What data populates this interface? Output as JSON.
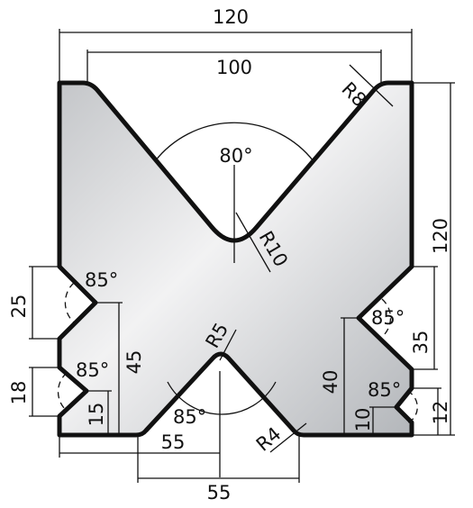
{
  "dimensions": {
    "overall_width": "120",
    "top_opening": "100",
    "overall_height": "120",
    "bottom_left_55": "55",
    "bottom_55": "55",
    "left_slot_25": "25",
    "left_height_45": "45",
    "left_slot_18": "18",
    "left_height_15": "15",
    "right_height_40": "40",
    "right_slot_35": "35",
    "right_height_10": "10",
    "right_slot_12": "12"
  },
  "angles": {
    "top_v": "80°",
    "left_upper": "85°",
    "left_lower": "85°",
    "bottom_v": "85°",
    "right_upper": "85°",
    "right_lower": "85°"
  },
  "radii": {
    "top_corner": "R8",
    "top_v_bottom": "R10",
    "bottom_v_top": "R5",
    "bottom_corner": "R4"
  },
  "colors": {
    "outline": "#111111",
    "fill_light": "#f4f4f5",
    "fill_dark": "#b9bcc0"
  }
}
